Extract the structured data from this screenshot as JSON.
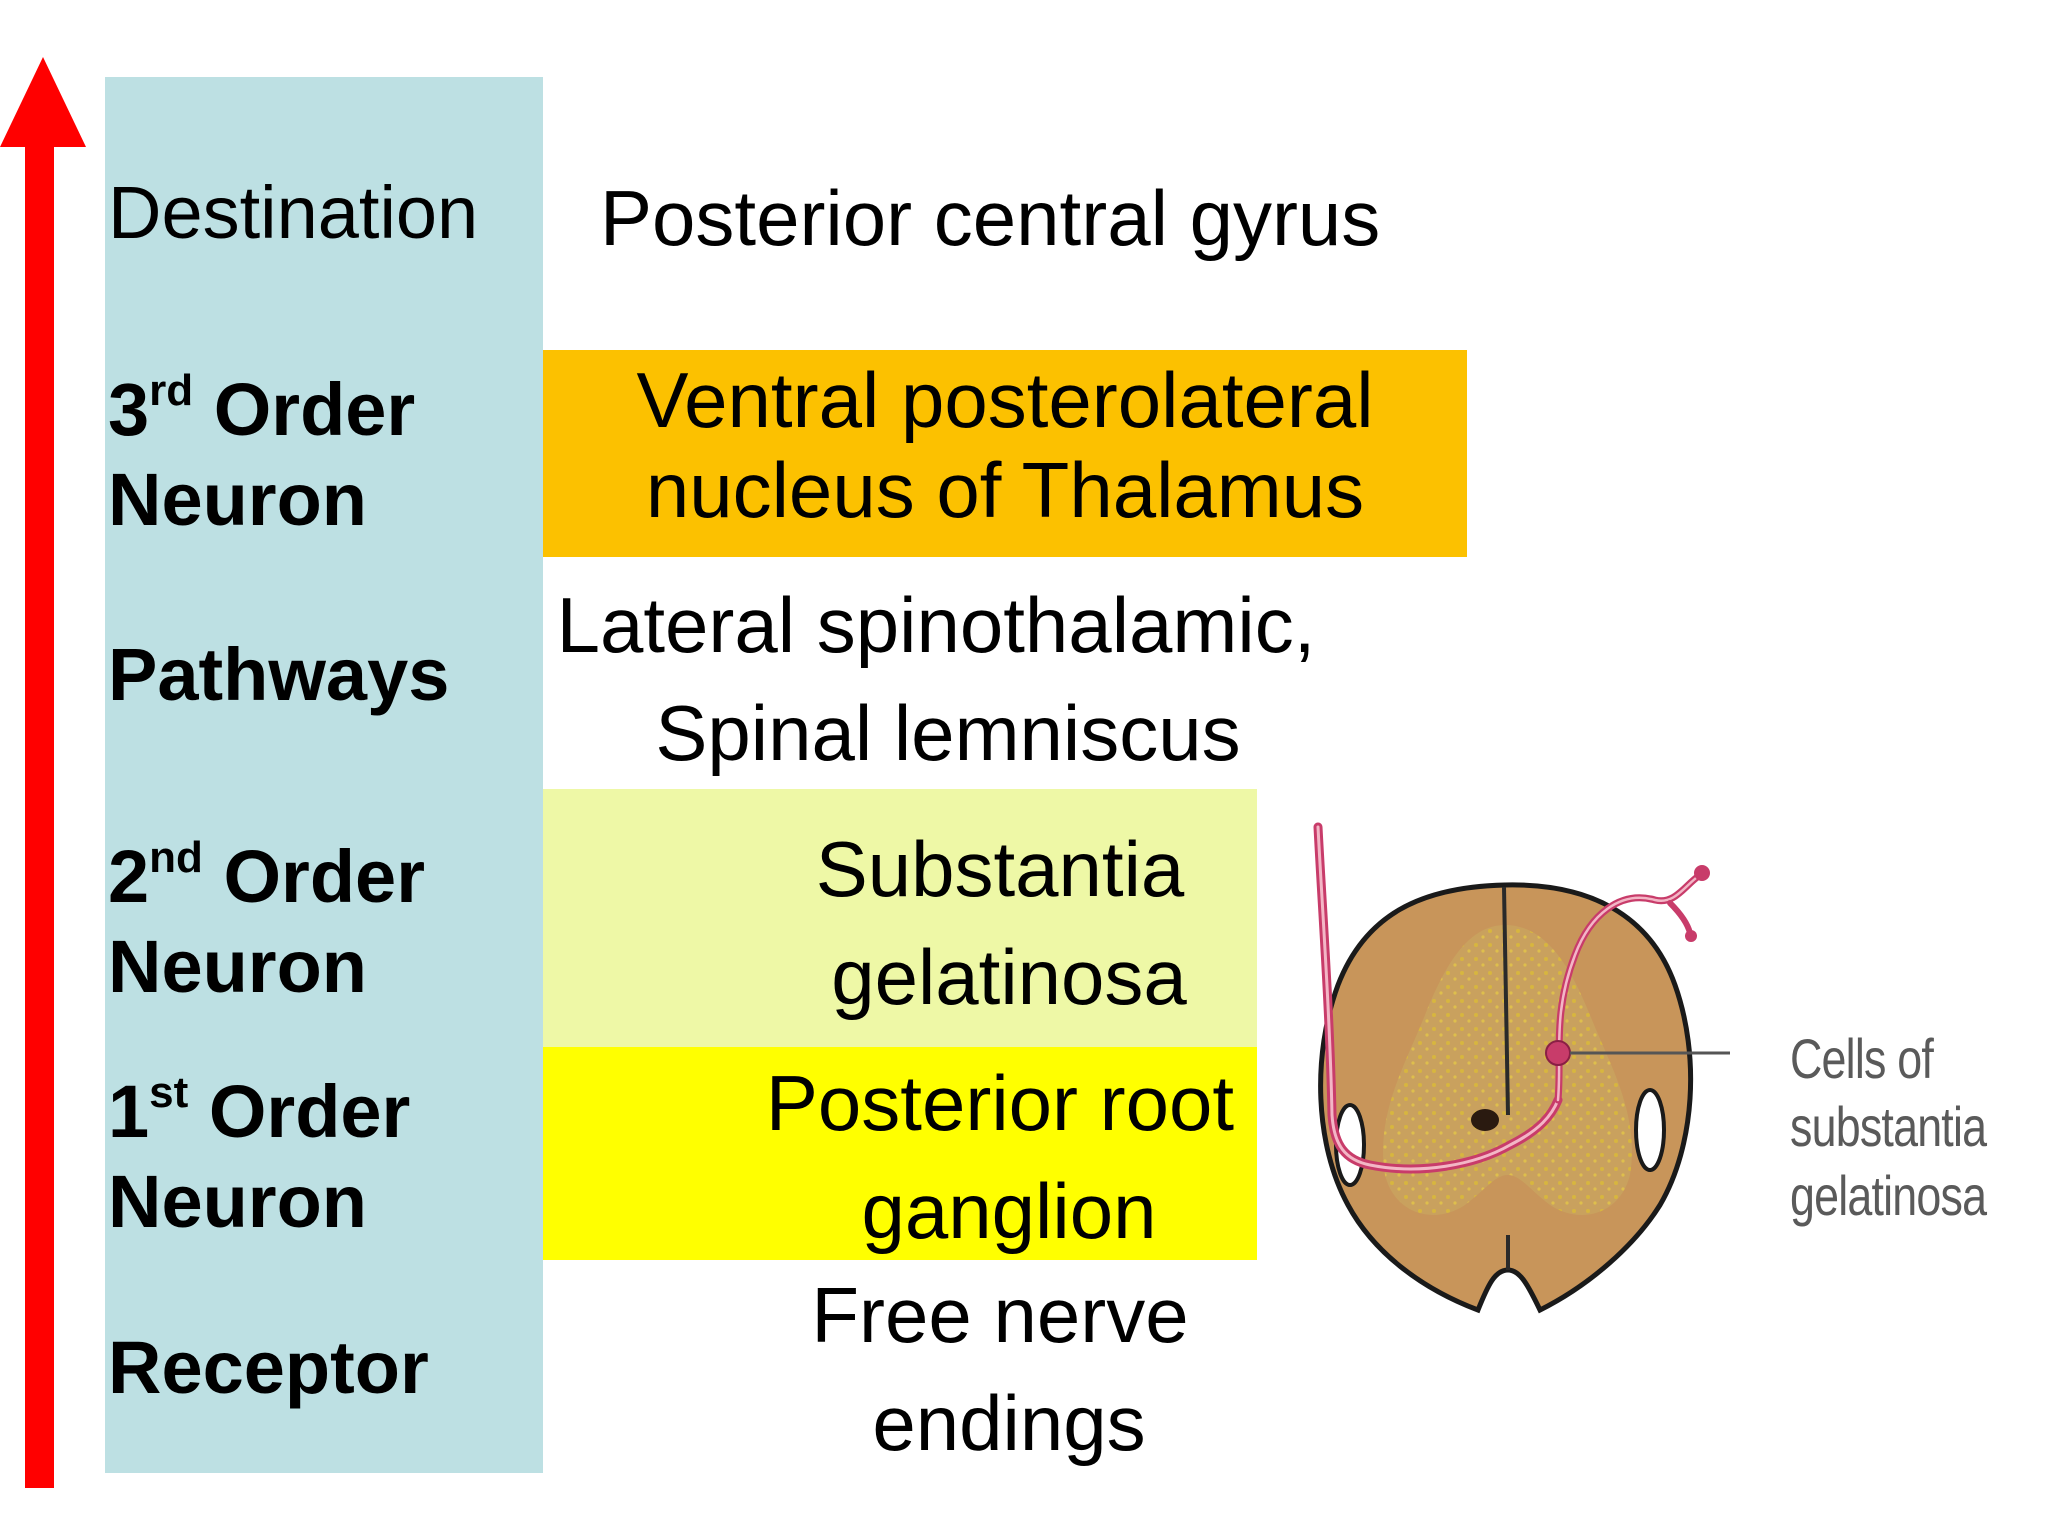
{
  "colors": {
    "arrow": "#ff0000",
    "label_column": "#bde0e3",
    "third_order_box": "#fcc100",
    "second_order_box": "#eef8a6",
    "first_order_box": "#ffff00"
  },
  "labels": {
    "destination": "Destination",
    "third_num": "3",
    "third_sup": "rd",
    "third_order": "Order",
    "third_neuron": "Neuron",
    "pathways": "Pathways",
    "second_num": "2",
    "second_sup": "nd",
    "second_order": "Order",
    "second_neuron": "Neuron",
    "first_num": "1",
    "first_sup": "st",
    "first_order": "Order",
    "first_neuron": "Neuron",
    "receptor": "Receptor"
  },
  "values": {
    "destination": "Posterior central gyrus",
    "third_line1": "Ventral posterolateral",
    "third_line2": "nucleus of Thalamus",
    "pathways_line1": "Lateral spinothalamic,",
    "pathways_line2": "Spinal lemniscus",
    "second_line1": "Substantia",
    "second_line2": "gelatinosa",
    "first_line1": "Posterior root",
    "first_line2": "ganglion",
    "receptor_line1": "Free nerve",
    "receptor_line2": "endings"
  },
  "illustration": {
    "caption_line1": "Cells of",
    "caption_line2": "substantia",
    "caption_line3": "gelatinosa"
  }
}
